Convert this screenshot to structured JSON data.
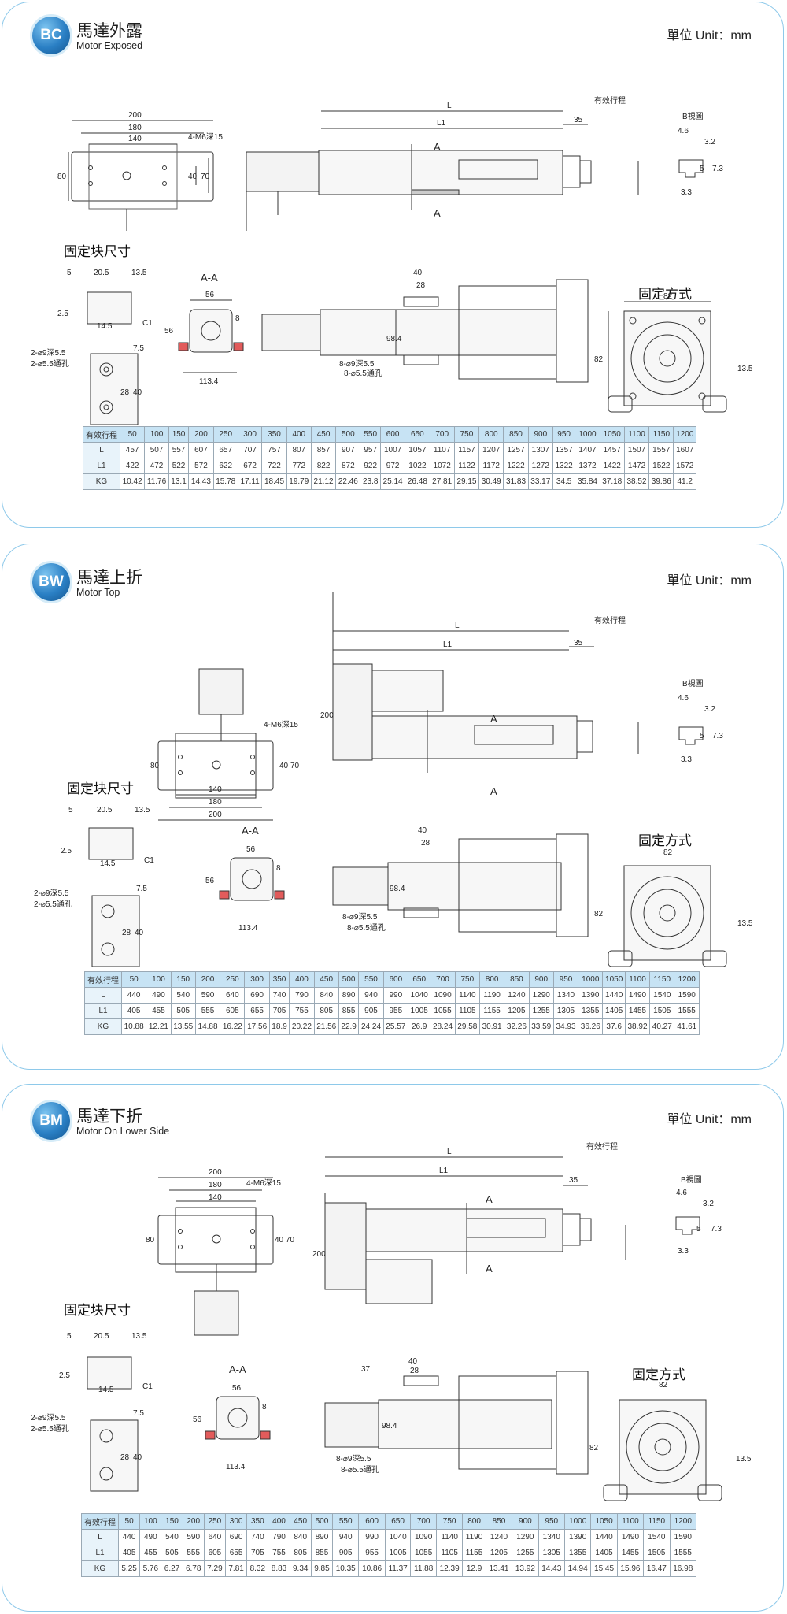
{
  "unit": {
    "label": "單位 Unit",
    "value": "mm"
  },
  "common": {
    "fix_block_title": "固定块尺寸",
    "mount_title": "固定方式",
    "bview": "B視圖",
    "stroke_label": "有效行程",
    "dims": {
      "L": "L",
      "L1": "L1",
      "d35": "35",
      "A": "A",
      "AA": "A-A",
      "d200": "200",
      "d180": "180",
      "d140": "140",
      "d80": "80",
      "d40": "40",
      "d70": "70",
      "m6": "4-M6深15",
      "d5": "5",
      "d20_5": "20.5",
      "d13_5": "13.5",
      "d2_5": "2.5",
      "d14_5": "14.5",
      "c1": "C1",
      "d7_5": "7.5",
      "d28": "28",
      "hole1": "2-⌀9深5.5",
      "hole2": "2-⌀5.5通孔",
      "d56": "56",
      "d8": "8",
      "d113_4": "113.4",
      "d98_4": "98.4",
      "d37": "37",
      "hole3": "8-⌀9深5.5",
      "hole4": "8-⌀5.5通孔",
      "d82": "82",
      "b46": "4.6",
      "b32": "3.2",
      "b5": "5",
      "b73": "7.3",
      "b33": "3.3"
    }
  },
  "row_labels": {
    "stroke": "有效行程",
    "L": "L",
    "L1": "L1",
    "KG": "KG"
  },
  "strokes": [
    "50",
    "100",
    "150",
    "200",
    "250",
    "300",
    "350",
    "400",
    "450",
    "500",
    "550",
    "600",
    "650",
    "700",
    "750",
    "800",
    "850",
    "900",
    "950",
    "1000",
    "1050",
    "1100",
    "1150",
    "1200"
  ],
  "sections": [
    {
      "code": "BC",
      "title_cn": "馬達外露",
      "title_en": "Motor Exposed",
      "L": [
        "457",
        "507",
        "557",
        "607",
        "657",
        "707",
        "757",
        "807",
        "857",
        "907",
        "957",
        "1007",
        "1057",
        "1107",
        "1157",
        "1207",
        "1257",
        "1307",
        "1357",
        "1407",
        "1457",
        "1507",
        "1557",
        "1607"
      ],
      "L1": [
        "422",
        "472",
        "522",
        "572",
        "622",
        "672",
        "722",
        "772",
        "822",
        "872",
        "922",
        "972",
        "1022",
        "1072",
        "1122",
        "1172",
        "1222",
        "1272",
        "1322",
        "1372",
        "1422",
        "1472",
        "1522",
        "1572"
      ],
      "KG": [
        "10.42",
        "11.76",
        "13.1",
        "14.43",
        "15.78",
        "17.11",
        "18.45",
        "19.79",
        "21.12",
        "22.46",
        "23.8",
        "25.14",
        "26.48",
        "27.81",
        "29.15",
        "30.49",
        "31.83",
        "33.17",
        "34.5",
        "35.84",
        "37.18",
        "38.52",
        "39.86",
        "41.2"
      ]
    },
    {
      "code": "BW",
      "title_cn": "馬達上折",
      "title_en": "Motor Top",
      "L": [
        "440",
        "490",
        "540",
        "590",
        "640",
        "690",
        "740",
        "790",
        "840",
        "890",
        "940",
        "990",
        "1040",
        "1090",
        "1140",
        "1190",
        "1240",
        "1290",
        "1340",
        "1390",
        "1440",
        "1490",
        "1540",
        "1590"
      ],
      "L1": [
        "405",
        "455",
        "505",
        "555",
        "605",
        "655",
        "705",
        "755",
        "805",
        "855",
        "905",
        "955",
        "1005",
        "1055",
        "1105",
        "1155",
        "1205",
        "1255",
        "1305",
        "1355",
        "1405",
        "1455",
        "1505",
        "1555"
      ],
      "KG": [
        "10.88",
        "12.21",
        "13.55",
        "14.88",
        "16.22",
        "17.56",
        "18.9",
        "20.22",
        "21.56",
        "22.9",
        "24.24",
        "25.57",
        "26.9",
        "28.24",
        "29.58",
        "30.91",
        "32.26",
        "33.59",
        "34.93",
        "36.26",
        "37.6",
        "38.92",
        "40.27",
        "41.61"
      ]
    },
    {
      "code": "BM",
      "title_cn": "馬達下折",
      "title_en": "Motor On Lower Side",
      "L": [
        "440",
        "490",
        "540",
        "590",
        "640",
        "690",
        "740",
        "790",
        "840",
        "890",
        "940",
        "990",
        "1040",
        "1090",
        "1140",
        "1190",
        "1240",
        "1290",
        "1340",
        "1390",
        "1440",
        "1490",
        "1540",
        "1590"
      ],
      "L1": [
        "405",
        "455",
        "505",
        "555",
        "605",
        "655",
        "705",
        "755",
        "805",
        "855",
        "905",
        "955",
        "1005",
        "1055",
        "1105",
        "1155",
        "1205",
        "1255",
        "1305",
        "1355",
        "1405",
        "1455",
        "1505",
        "1555"
      ],
      "KG": [
        "5.25",
        "5.76",
        "6.27",
        "6.78",
        "7.29",
        "7.81",
        "8.32",
        "8.83",
        "9.34",
        "9.85",
        "10.35",
        "10.86",
        "11.37",
        "11.88",
        "12.39",
        "12.9",
        "13.41",
        "13.92",
        "14.43",
        "14.94",
        "15.45",
        "15.96",
        "16.47",
        "16.98"
      ]
    }
  ]
}
